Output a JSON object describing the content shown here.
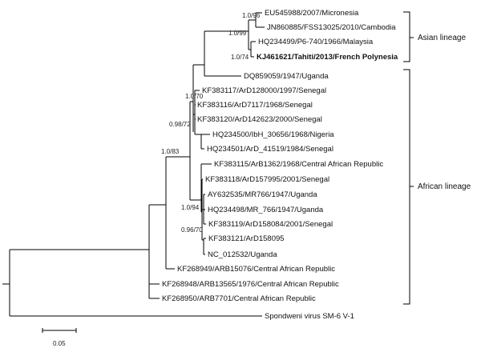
{
  "taxa": [
    {
      "id": "t1",
      "label": "EU545988/2007/Micronesia",
      "bold": false
    },
    {
      "id": "t2",
      "label": "JN860885/FSS13025/2010/Cambodia",
      "bold": false
    },
    {
      "id": "t3",
      "label": "HQ234499/P6-740/1966/Malaysia",
      "bold": false
    },
    {
      "id": "t4",
      "label": "KJ461621/Tahiti/2013/French Polynesia",
      "bold": true
    },
    {
      "id": "t5",
      "label": "DQ859059/1947/Uganda",
      "bold": false
    },
    {
      "id": "t6",
      "label": "KF383117/ArD128000/1997/Senegal",
      "bold": false
    },
    {
      "id": "t7",
      "label": "KF383116/ArD7117/1968/Senegal",
      "bold": false
    },
    {
      "id": "t8",
      "label": "KF383120/ArD142623/2000/Senegal",
      "bold": false
    },
    {
      "id": "t9",
      "label": "HQ234500/IbH_30656/1968/Nigeria",
      "bold": false
    },
    {
      "id": "t10",
      "label": "HQ234501/ArD_41519/1984/Senegal",
      "bold": false
    },
    {
      "id": "t11",
      "label": "KF383115/ArB1362/1968/Central African Republic",
      "bold": false
    },
    {
      "id": "t12",
      "label": "KF383118/ArD157995/2001/Senegal",
      "bold": false
    },
    {
      "id": "t13",
      "label": "AY632535/MR766/1947/Uganda",
      "bold": false
    },
    {
      "id": "t14",
      "label": "HQ234498/MR_766/1947/Uganda",
      "bold": false
    },
    {
      "id": "t15",
      "label": "KF383119/ArD158084/2001/Senegal",
      "bold": false
    },
    {
      "id": "t16",
      "label": "KF383121/ArD158095",
      "bold": false
    },
    {
      "id": "t17",
      "label": "NC_012532/Uganda",
      "bold": false
    },
    {
      "id": "t18",
      "label": "KF268949/ARB15076/Central African Republic",
      "bold": false
    },
    {
      "id": "t19",
      "label": "KF268948/ARB13565/1976/Central African Republic",
      "bold": false
    },
    {
      "id": "t20",
      "label": "KF268950/ARB7701/Central African Republic",
      "bold": false
    },
    {
      "id": "t21",
      "label": "Spondweni virus SM-6 V-1",
      "bold": false
    }
  ],
  "support_values": {
    "asian_root": "1.0/70",
    "asian_inner": "1.0/99",
    "micronesia_cambodia": "1.0/96",
    "malaysia_tahiti": "1.0/74",
    "african_core": "1.0/83",
    "senegal_group": "0.98/72",
    "uganda_group": "1.0/94",
    "ncu_group": "0.96/70"
  },
  "clades": {
    "asian": "Asian lineage",
    "african": "African lineage"
  },
  "scale": {
    "label": "0.05"
  }
}
